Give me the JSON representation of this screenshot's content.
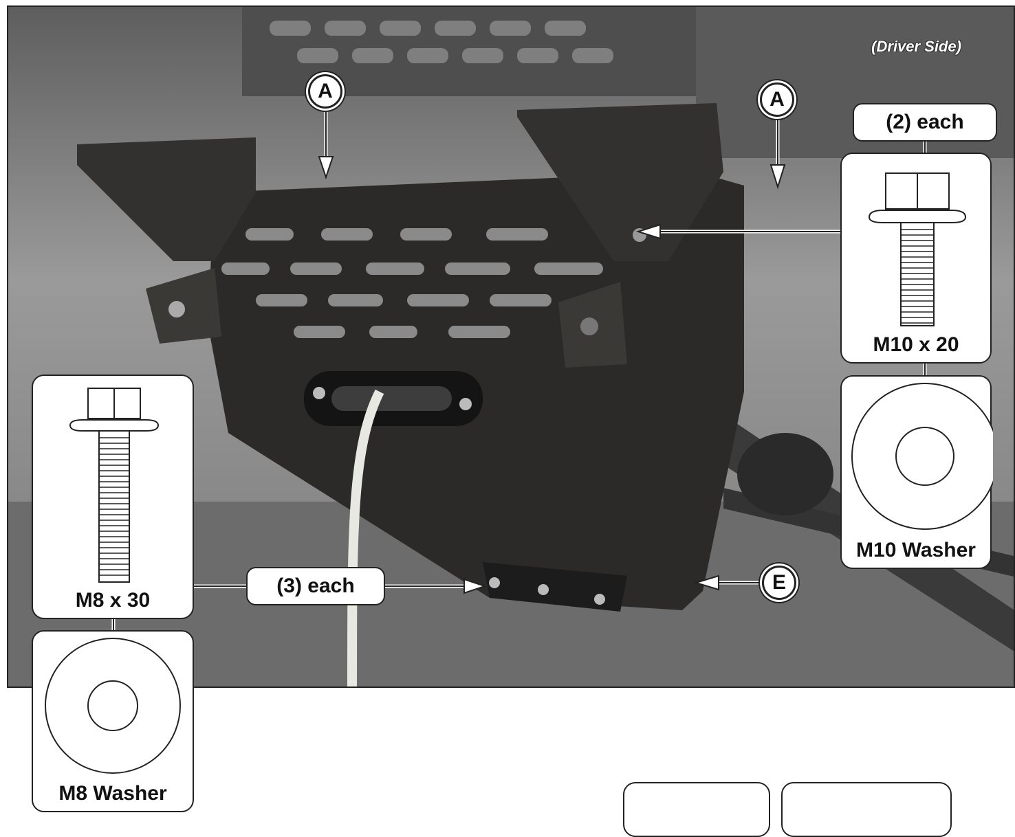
{
  "photo": {
    "side_label": "(Driver Side)",
    "callouts": {
      "a_left": "A",
      "a_right": "A",
      "e": "E"
    }
  },
  "hardware": {
    "qty_top": "(2) each",
    "qty_bottom": "(3) each",
    "bolt_m10": "M10 x 20",
    "washer_m10": "M10 Washer",
    "bolt_m8": "M8 x 30",
    "washer_m8": "M8 Washer"
  },
  "colors": {
    "line": "#222222",
    "plate": "#2b2a28",
    "background": "#8a8a8a"
  }
}
